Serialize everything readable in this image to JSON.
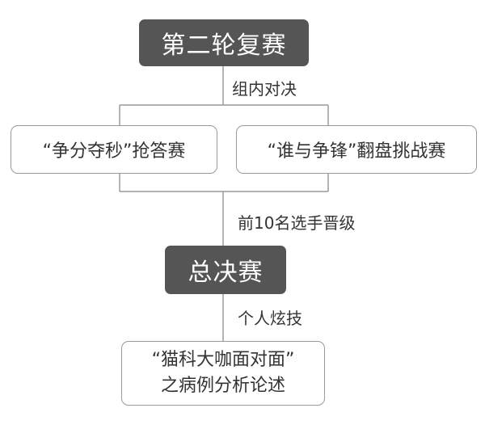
{
  "stages": {
    "second_round": "第二轮复赛",
    "final": "总决赛"
  },
  "connectors": {
    "group_match": "组内对决",
    "top10": "前10名选手晋级",
    "solo_show": "个人炫技"
  },
  "competitions": {
    "quick_answer": "“争分夺秒”抢答赛",
    "comeback": "“谁与争锋”翻盘挑战赛",
    "case_line1": "“猫科大咖面对面”",
    "case_line2": "之病例分析论述"
  },
  "colors": {
    "dark_box": "#555555",
    "line": "#9a9a9a"
  }
}
